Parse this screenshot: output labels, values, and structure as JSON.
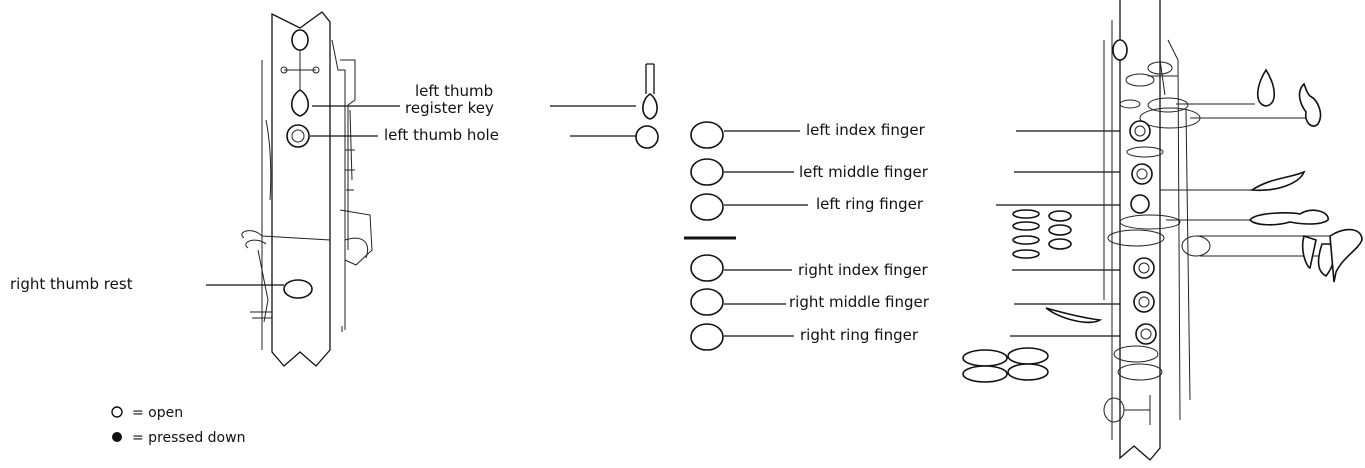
{
  "labels": {
    "left_thumb": "left thumb",
    "register_key": "register key",
    "left_thumb_hole": "left thumb hole",
    "right_thumb_rest": "right thumb rest",
    "left_index": "left index finger",
    "left_middle": "left middle finger",
    "left_ring": "left ring finger",
    "right_index": "right index finger",
    "right_middle": "right middle finger",
    "right_ring": "right ring finger"
  },
  "legend": {
    "open": "= open",
    "pressed": "= pressed down"
  }
}
